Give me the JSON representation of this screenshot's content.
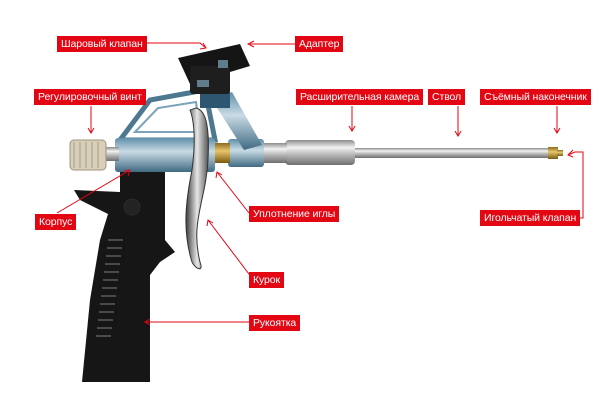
{
  "diagram": {
    "subject": "Монтажный пистолет для пены",
    "accent_color": "#e30613",
    "labels": [
      {
        "id": "ball-valve",
        "text": "Шаровый клапан"
      },
      {
        "id": "adapter",
        "text": "Адаптер"
      },
      {
        "id": "adjusting-screw",
        "text": "Регулировочный винт"
      },
      {
        "id": "expansion-chamber",
        "text": "Расширительная камера"
      },
      {
        "id": "barrel",
        "text": "Ствол"
      },
      {
        "id": "removable-tip",
        "text": "Съёмный наконечник"
      },
      {
        "id": "body",
        "text": "Корпус"
      },
      {
        "id": "needle-seal",
        "text": "Уплотнение иглы"
      },
      {
        "id": "needle-valve",
        "text": "Игольчатый клапан"
      },
      {
        "id": "trigger",
        "text": "Курок"
      },
      {
        "id": "handle",
        "text": "Рукоятка"
      }
    ]
  }
}
